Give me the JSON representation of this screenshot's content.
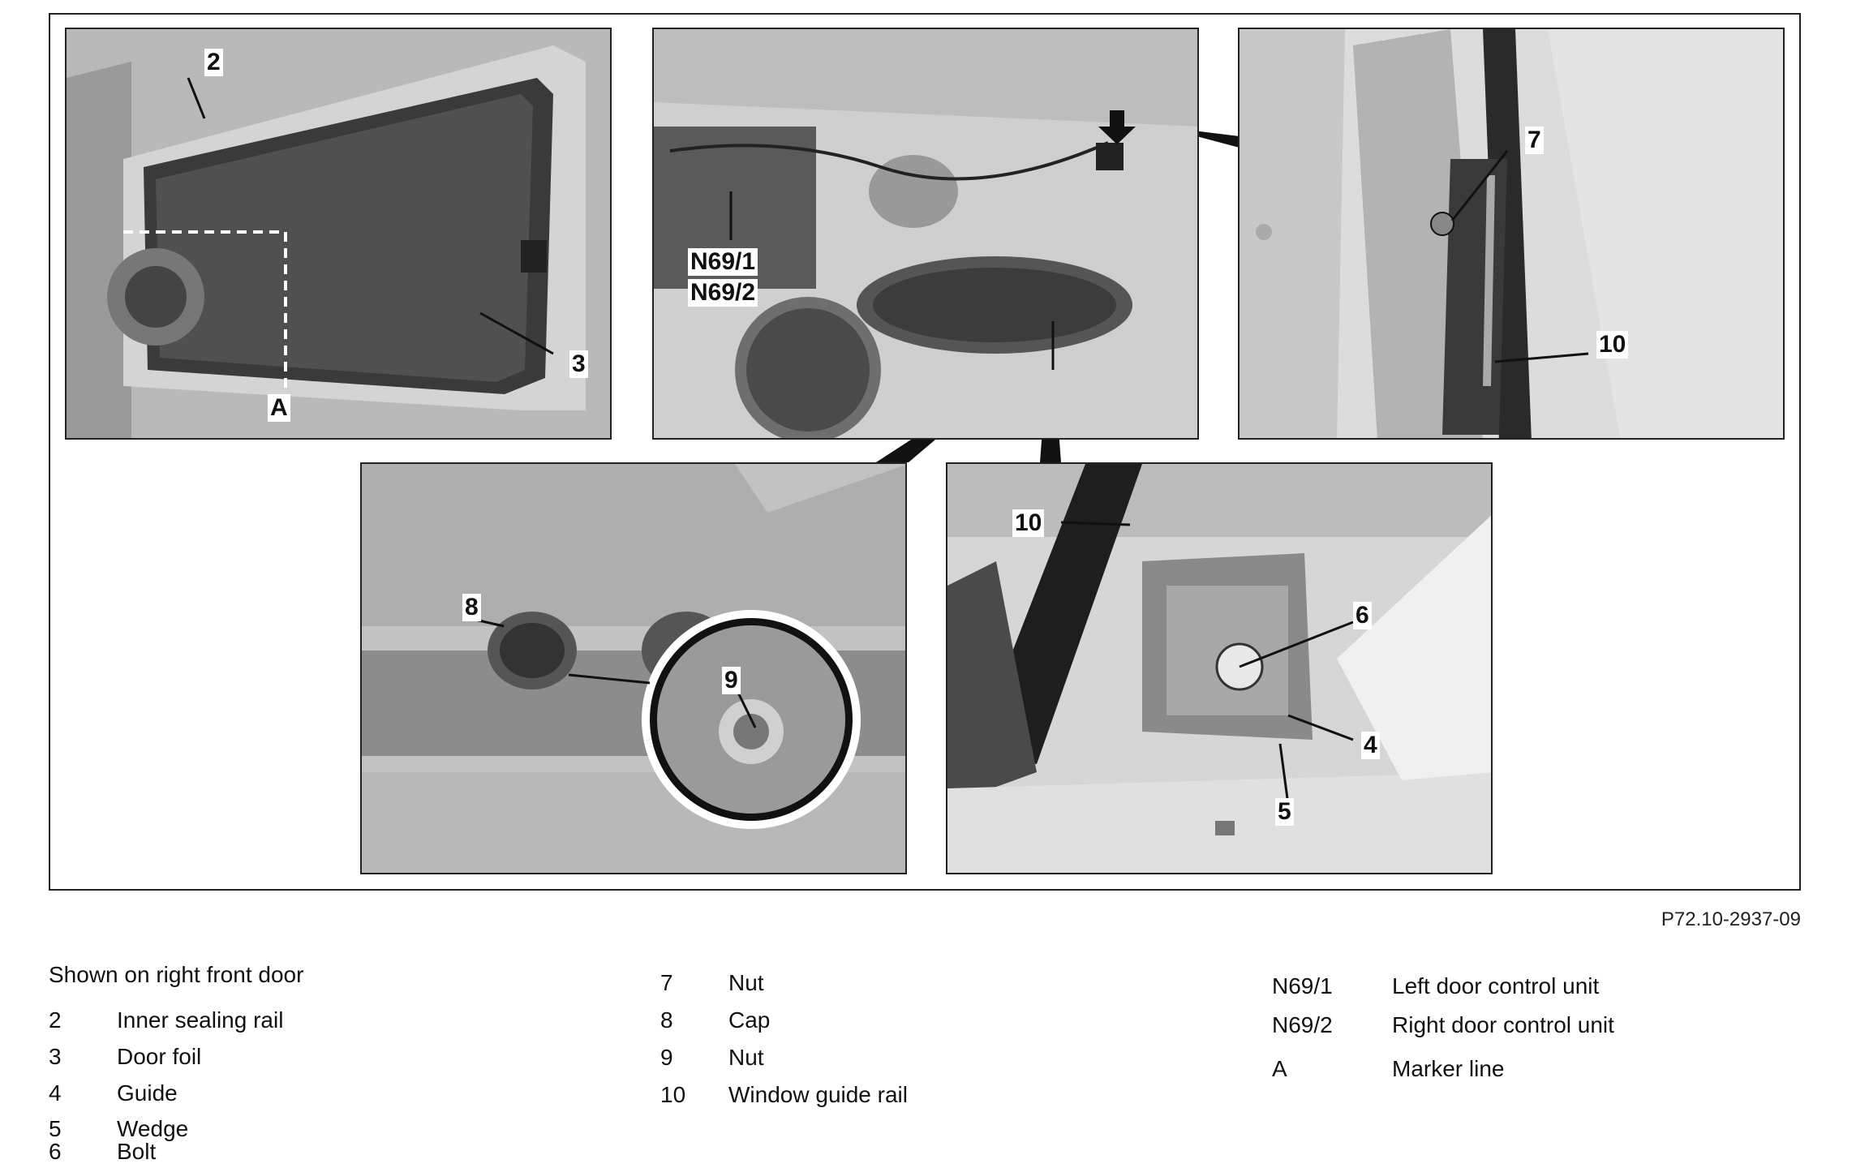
{
  "figure": {
    "code": "P72.10-2937-09",
    "callouts": {
      "p1_2": "2",
      "p1_3": "3",
      "p1_A": "A",
      "p2_n691": "N69/1",
      "p2_n692": "N69/2",
      "p3_7": "7",
      "p3_10": "10",
      "p4_8": "8",
      "p4_9": "9",
      "p5_10": "10",
      "p5_6": "6",
      "p5_4": "4",
      "p5_5": "5"
    }
  },
  "legend": {
    "heading": "Shown on right front door",
    "col1": [
      {
        "key": "2",
        "desc": "Inner sealing rail"
      },
      {
        "key": "3",
        "desc": "Door foil"
      },
      {
        "key": "4",
        "desc": "Guide"
      },
      {
        "key": "5",
        "desc": "Wedge"
      },
      {
        "key": "6",
        "desc": "Bolt"
      }
    ],
    "col2": [
      {
        "key": "7",
        "desc": "Nut"
      },
      {
        "key": "8",
        "desc": "Cap"
      },
      {
        "key": "9",
        "desc": "Nut"
      },
      {
        "key": "10",
        "desc": "Window guide rail"
      }
    ],
    "col3": [
      {
        "key": "N69/1",
        "desc": "Left door control unit"
      },
      {
        "key": "N69/2",
        "desc": "Right door control unit"
      },
      {
        "key": "A",
        "desc": "Marker line"
      }
    ]
  }
}
